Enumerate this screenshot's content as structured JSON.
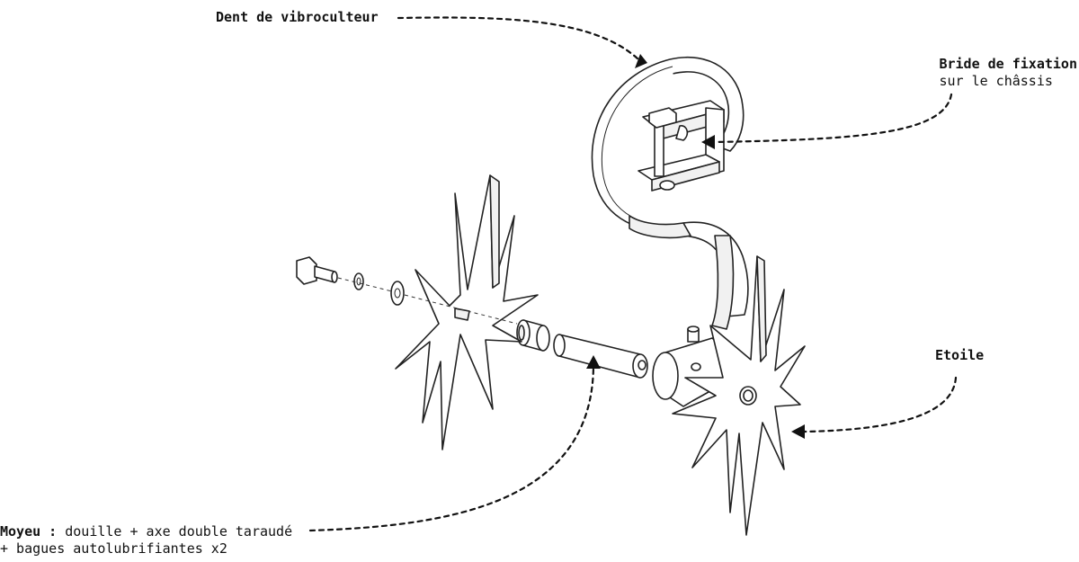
{
  "labels": {
    "tine": {
      "title": "Dent de vibroculteur"
    },
    "bracket": {
      "title": "Bride de fixation",
      "subtitle": "sur le châssis"
    },
    "star": {
      "title": "Etoile"
    },
    "hub": {
      "title": "Moyeu :",
      "text": " douille + axe double taraudé",
      "line2": "+ bagues autolubrifiantes x2"
    }
  }
}
